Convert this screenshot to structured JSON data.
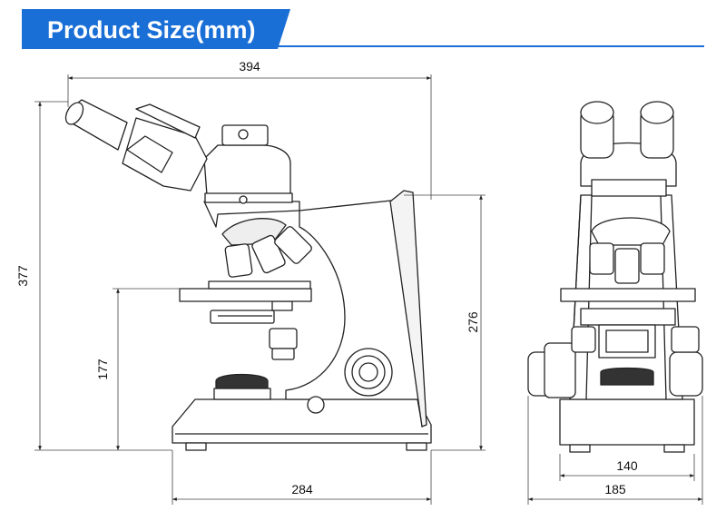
{
  "header": {
    "title": "Product Size(mm)",
    "accent_color": "#1a6fd6"
  },
  "dimensions": {
    "overall_width": "394",
    "overall_height": "377",
    "stage_height": "177",
    "body_height": "276",
    "base_depth": "284",
    "base_width_inner": "140",
    "base_width_outer": "185"
  },
  "icons": [
    "microscope-side-view",
    "microscope-front-view"
  ]
}
